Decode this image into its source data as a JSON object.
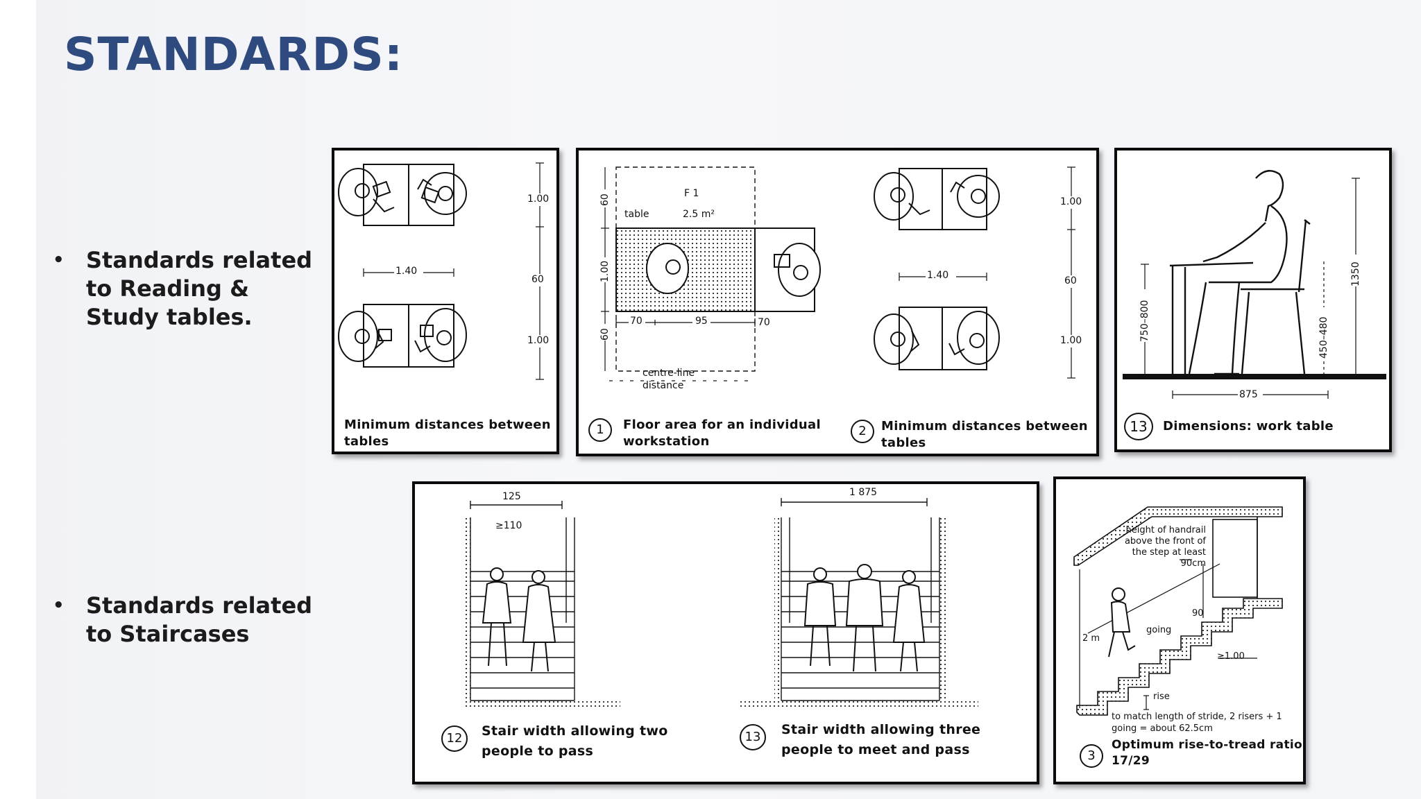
{
  "slide": {
    "title": "STANDARDS:",
    "bullets": [
      {
        "marker": "•",
        "text": "Standards related to Reading & Study tables."
      },
      {
        "marker": "•",
        "text": "Standards related to Staircases"
      }
    ]
  },
  "panel_tables_a": {
    "caption": "Minimum distances between tables",
    "dim_1": "1.00",
    "dim_2": "60",
    "dim_3": "1.00",
    "dim_width": "1.40"
  },
  "panel_workstation": {
    "left": {
      "number": "1",
      "caption": "Floor area for an individual workstation",
      "f1": "F 1",
      "table": "table",
      "area": "2.5 m²",
      "v60_top": "60",
      "v100": "1.00",
      "v60_bottom": "60",
      "d70a": "70",
      "d95": "95",
      "d70b": "70",
      "centre": "centre-line distance"
    },
    "right": {
      "number": "2",
      "caption": "Minimum distances between tables",
      "dim_1": "1.00",
      "dim_2": "60",
      "dim_3": "1.00",
      "dim_width": "1.40"
    }
  },
  "panel_work_table": {
    "number": "13",
    "caption": "Dimensions: work table",
    "h_table": "750–800",
    "h_seat": "450–480",
    "h_person": "1350",
    "w_depth": "875"
  },
  "panel_stairs": {
    "left": {
      "number": "12",
      "caption": "Stair width allowing two people to pass",
      "width": "125",
      "min_width": "≥110"
    },
    "right": {
      "number": "13",
      "caption": "Stair width allowing three people to meet and pass",
      "width": "1 875"
    }
  },
  "panel_rise": {
    "number": "3",
    "caption": "Optimum rise-to-tread ratio 17/29",
    "handrail": "height of handrail above the front of the step at least 90cm",
    "h90": "90",
    "going": "going",
    "h2m": "2 m",
    "min100": "≥1.00",
    "rise": "rise",
    "stride": "to match length of stride, 2 risers + 1 going = about 62.5cm"
  }
}
